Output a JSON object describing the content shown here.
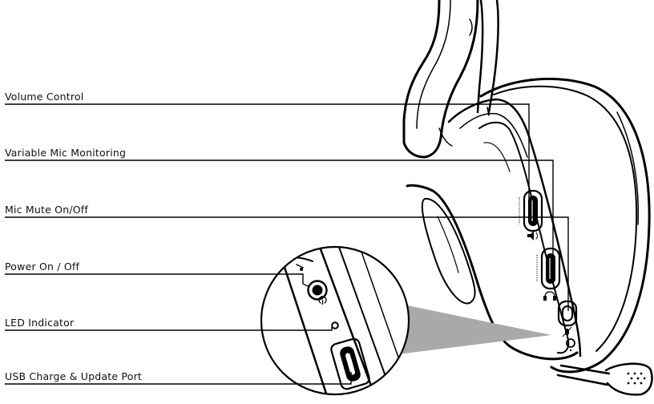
{
  "callouts": [
    {
      "id": "volume",
      "label": "Volume Control"
    },
    {
      "id": "mic-monitoring",
      "label": "Variable Mic Monitoring"
    },
    {
      "id": "mic-mute",
      "label": "Mic Mute On/Off"
    },
    {
      "id": "power",
      "label": "Power On / Off"
    },
    {
      "id": "led",
      "label": "LED Indicator"
    },
    {
      "id": "usb",
      "label": "USB Charge & Update Port"
    }
  ],
  "colors": {
    "line": "#000000",
    "zoom_wedge": "#a9a9a9",
    "background": "#ffffff"
  },
  "icons": [
    "volume-icon",
    "headphone-monitor-icon",
    "mic-mute-icon",
    "power-icon"
  ]
}
